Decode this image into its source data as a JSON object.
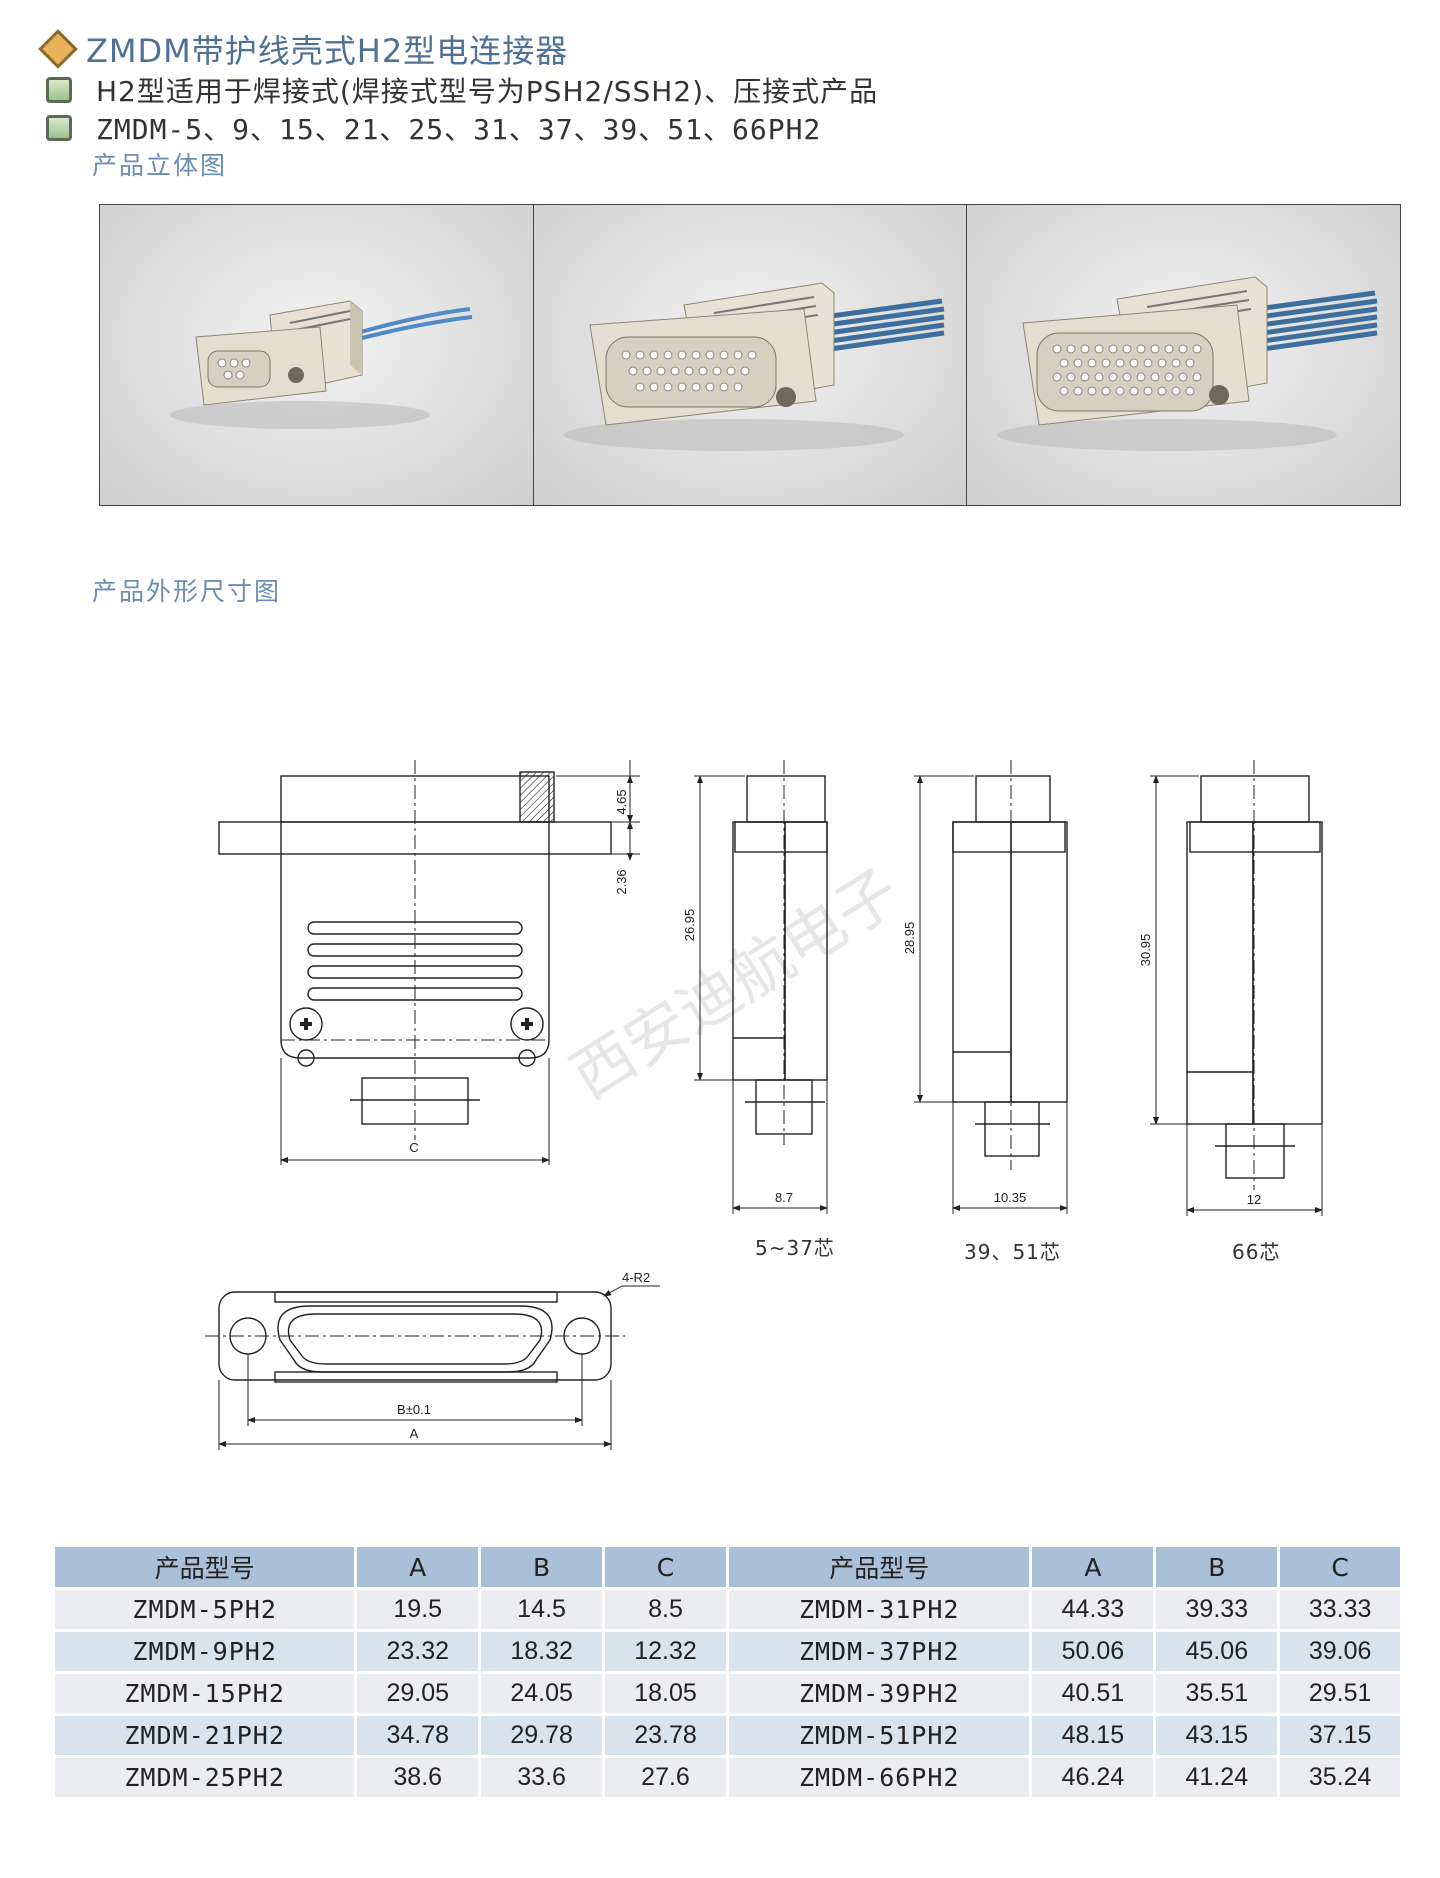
{
  "header": {
    "title": "ZMDM带护线壳式H2型电连接器",
    "bullet1": "H2型适用于焊接式(焊接式型号为PSH2/SSH2)、压接式产品",
    "bullet2": "ZMDM-5、9、15、21、25、31、37、39、51、66PH2"
  },
  "sections": {
    "photos_title": "产品立体图",
    "drawing_title": "产品外形尺寸图"
  },
  "drawing": {
    "dim_465": "4.65",
    "dim_236": "2.36",
    "dim_2695": "26.95",
    "dim_2895": "28.95",
    "dim_3095": "30.95",
    "dim_87": "8.7",
    "dim_1035": "10.35",
    "dim_12": "12",
    "label_c": "C",
    "label_b": "B±0.1",
    "label_a": "A",
    "label_r": "4-R2",
    "caption_1": "5~37芯",
    "caption_2": "39、51芯",
    "caption_3": "66芯",
    "watermark": "西安迪航电子"
  },
  "table": {
    "headers": [
      "产品型号",
      "A",
      "B",
      "C",
      "产品型号",
      "A",
      "B",
      "C"
    ],
    "rows": [
      [
        "ZMDM-5PH2",
        "19.5",
        "14.5",
        "8.5",
        "ZMDM-31PH2",
        "44.33",
        "39.33",
        "33.33"
      ],
      [
        "ZMDM-9PH2",
        "23.32",
        "18.32",
        "12.32",
        "ZMDM-37PH2",
        "50.06",
        "45.06",
        "39.06"
      ],
      [
        "ZMDM-15PH2",
        "29.05",
        "24.05",
        "18.05",
        "ZMDM-39PH2",
        "40.51",
        "35.51",
        "29.51"
      ],
      [
        "ZMDM-21PH2",
        "34.78",
        "29.78",
        "23.78",
        "ZMDM-51PH2",
        "48.15",
        "43.15",
        "37.15"
      ],
      [
        "ZMDM-25PH2",
        "38.6",
        "33.6",
        "27.6",
        "ZMDM-66PH2",
        "46.24",
        "41.24",
        "35.24"
      ]
    ]
  }
}
